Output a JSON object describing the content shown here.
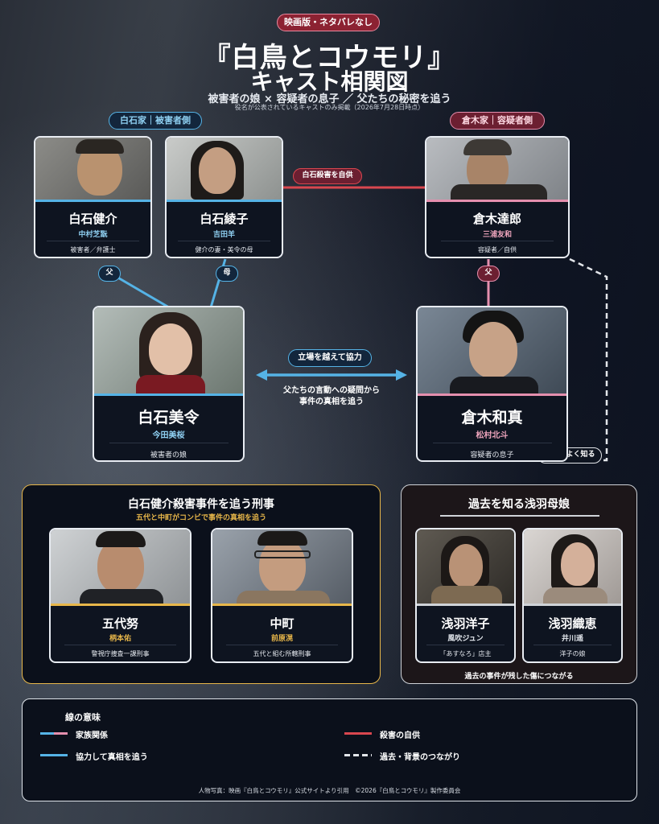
{
  "header": {
    "badge": "映画版・ネタバレなし",
    "title_line1": "『白鳥とコウモリ』",
    "title_line2": "キャスト相関図",
    "subtitle": "被害者の娘 × 容疑者の息子 ／ 父たちの秘密を追う",
    "note": "役名が公表されているキャストのみ掲載（2026年7月28日時点）"
  },
  "groups": {
    "shiraishi": "白石家｜被害者側",
    "kuraki": "倉木家｜容疑者側"
  },
  "cards": {
    "kensuke": {
      "name": "白石健介",
      "actor": "中村芝翫",
      "role": "被害者／弁護士"
    },
    "ayako": {
      "name": "白石綾子",
      "actor": "吉田羊",
      "role": "健介の妻・美令の母"
    },
    "tatsuro": {
      "name": "倉木達郎",
      "actor": "三浦友和",
      "role": "容疑者／自供"
    },
    "mirei": {
      "name": "白石美令",
      "actor": "今田美桜",
      "role": "被害者の娘"
    },
    "kazuma": {
      "name": "倉木和真",
      "actor": "松村北斗",
      "role": "容疑者の息子"
    },
    "godai": {
      "name": "五代努",
      "actor": "柄本佑",
      "role": "警視庁捜査一課刑事"
    },
    "nakamachi": {
      "name": "中町",
      "actor": "前原滉",
      "role": "五代と組む所轄刑事"
    },
    "yoko": {
      "name": "浅羽洋子",
      "actor": "風吹ジュン",
      "role": "「あすなろ」店主"
    },
    "orie": {
      "name": "浅羽織恵",
      "actor": "井川遥",
      "role": "洋子の娘"
    }
  },
  "relations": {
    "confession": "白石殺害を自供",
    "father_left": "父",
    "mother": "母",
    "father_right": "父",
    "cooperate": "立場を越えて協力",
    "cooperate_desc_1": "父たちの言動への疑問から",
    "cooperate_desc_2": "事件の真相を追う",
    "knows": "達郎をよく知る"
  },
  "panels": {
    "detectives": {
      "title": "白石健介殺害事件を追う刑事",
      "subtitle": "五代と中町がコンビで事件の真相を追う"
    },
    "asaba": {
      "title": "過去を知る浅羽母娘",
      "footer": "過去の事件が残した傷につながる"
    }
  },
  "legend": {
    "title": "線の意味",
    "family": "家族関係",
    "cooperate": "協力して真相を追う",
    "confession": "殺害の自供",
    "past": "過去・背景のつながり"
  },
  "footer": "人物写真：映画『白鳥とコウモリ』公式サイトより引用　©2026『白鳥とコウモリ』製作委員会",
  "colors": {
    "shiraishi_blue": "#55b3e6",
    "kuraki_pink": "#e58fae",
    "gold": "#e8b74a",
    "red": "#d9474f",
    "badge_red": "#8c2232"
  }
}
